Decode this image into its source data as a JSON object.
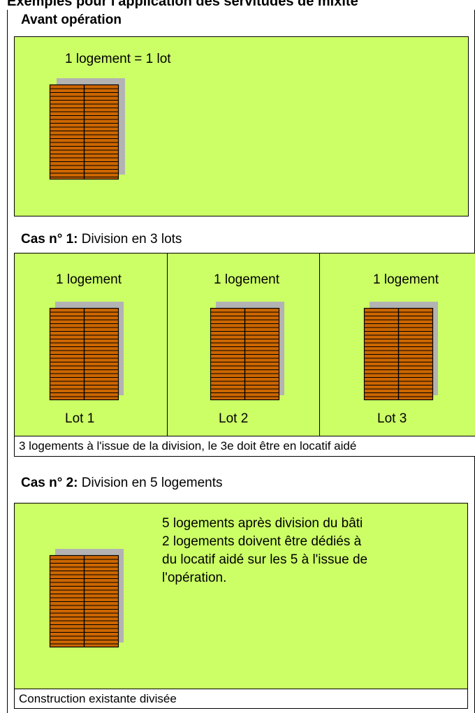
{
  "page_title": "Exemples pour l'application des servitudes de mixité",
  "colors": {
    "plot": "#ccff66",
    "building": "#cc6600",
    "shadow": "#b3b3b3"
  },
  "avant": {
    "heading": "Avant opération",
    "label": "1 logement = 1 lot"
  },
  "cas1": {
    "heading_bold": "Cas n° 1:",
    "heading_rest": " Division en 3 lots",
    "lots": [
      {
        "top_label": "1 logement",
        "bottom_label": "Lot 1"
      },
      {
        "top_label": "1 logement",
        "bottom_label": "Lot 2"
      },
      {
        "top_label": "1 logement",
        "bottom_label": "Lot 3"
      }
    ],
    "note": "3 logements à l'issue de la division, le 3e doit être en locatif aidé"
  },
  "cas2": {
    "heading_bold": "Cas n° 2:",
    "heading_rest": " Division en 5 logements",
    "text_lines": [
      "5 logements après division du bâti",
      "2 logements doivent être dédiés à",
      "du locatif aidé sur les 5 à l'issue de",
      "l'opération."
    ],
    "note": "Construction existante divisée"
  }
}
